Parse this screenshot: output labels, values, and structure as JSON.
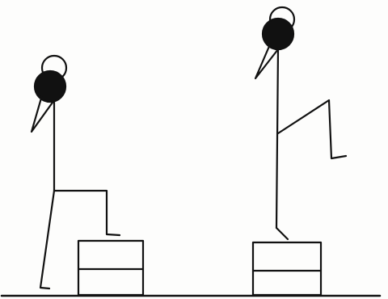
{
  "illustration": {
    "subject": "step-up-exercise",
    "frames": [
      {
        "pose": "one-foot-on-step"
      },
      {
        "pose": "standing-on-step-knee-raised"
      }
    ]
  },
  "colors": {
    "ink": "#111111",
    "background": "#fdfdfc"
  }
}
